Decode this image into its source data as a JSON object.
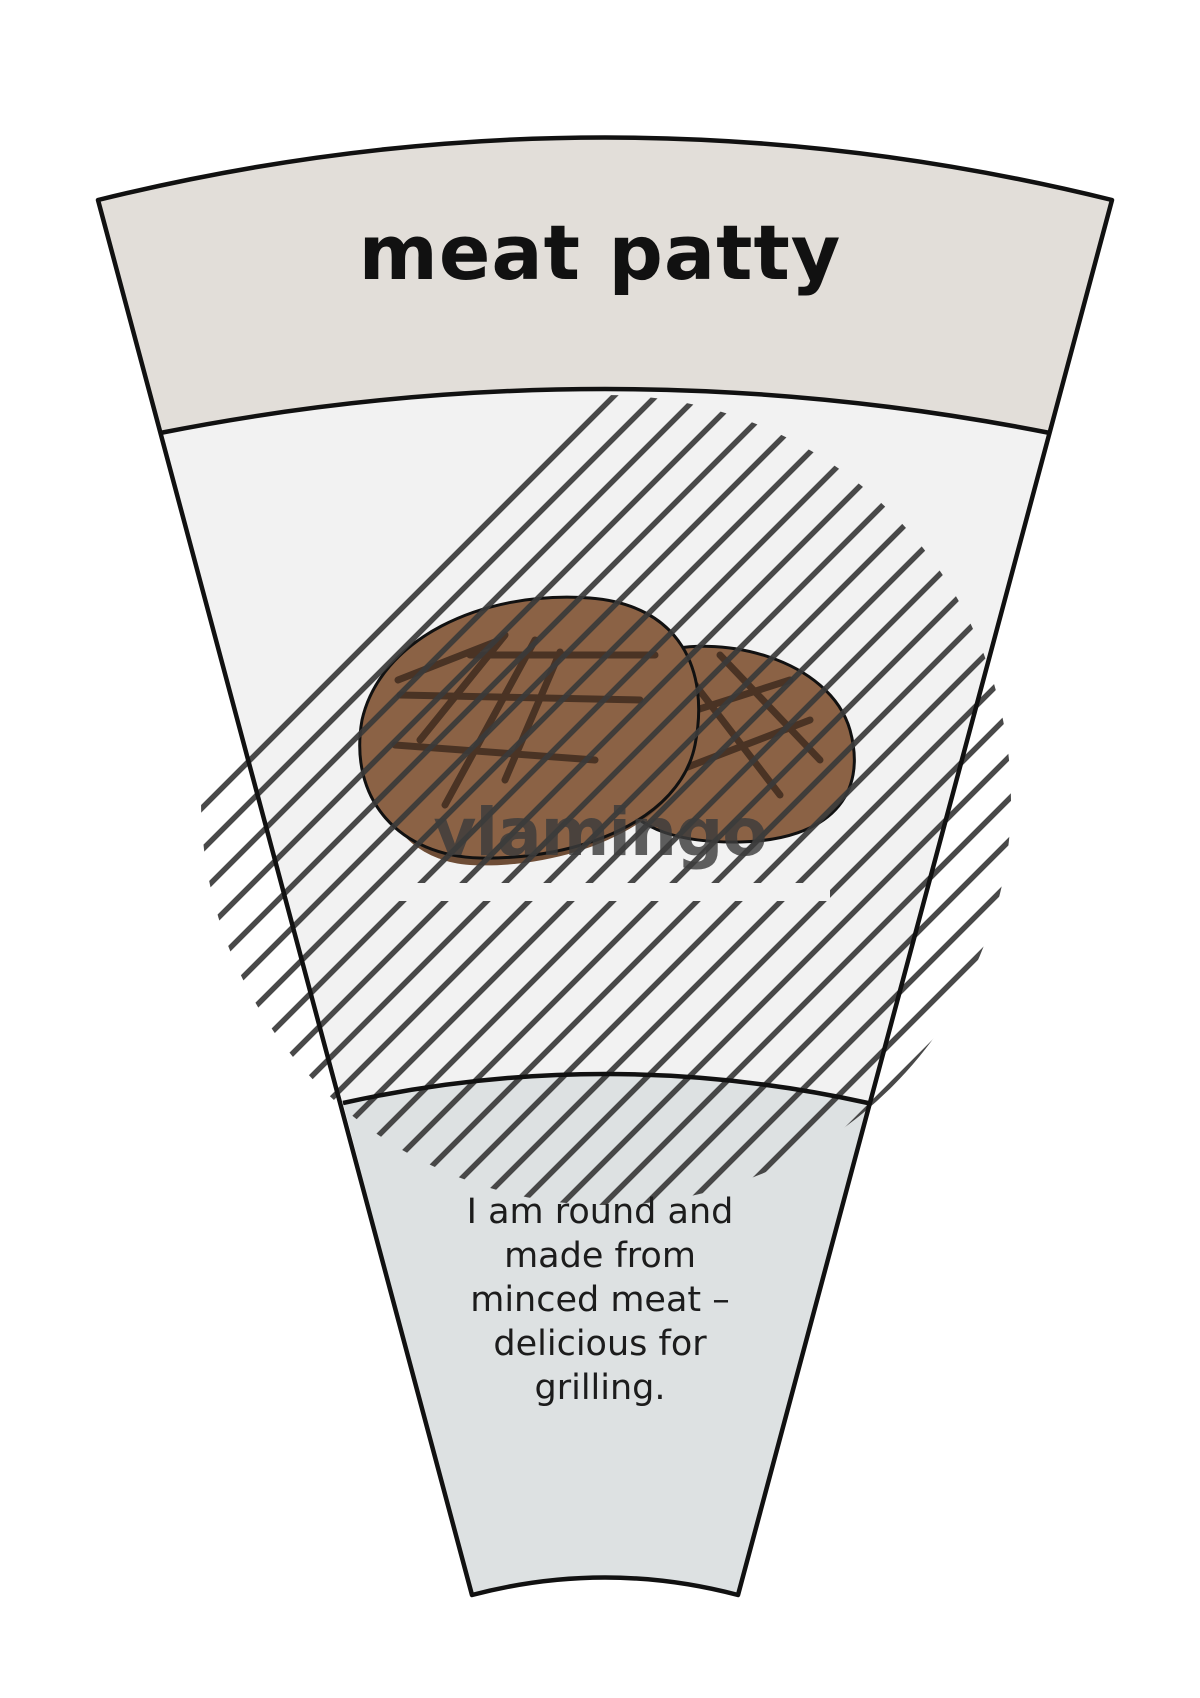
{
  "card": {
    "title": "meat patty",
    "image_icon": "meat-patties-icon",
    "watermark": "vlamingo",
    "description_lines": [
      "I am round and",
      "made from",
      "minced meat –",
      "delicious for",
      "grilling."
    ]
  },
  "colors": {
    "header_band": "#e2ded9",
    "image_area": "#f2f2f2",
    "text_area": "#dde1e2",
    "outline": "#111111",
    "patty_fill": "#8b6245",
    "patty_shadow": "#6e4d36",
    "grill_marks": "#4a3324",
    "hatch": "#3a3a3a"
  }
}
